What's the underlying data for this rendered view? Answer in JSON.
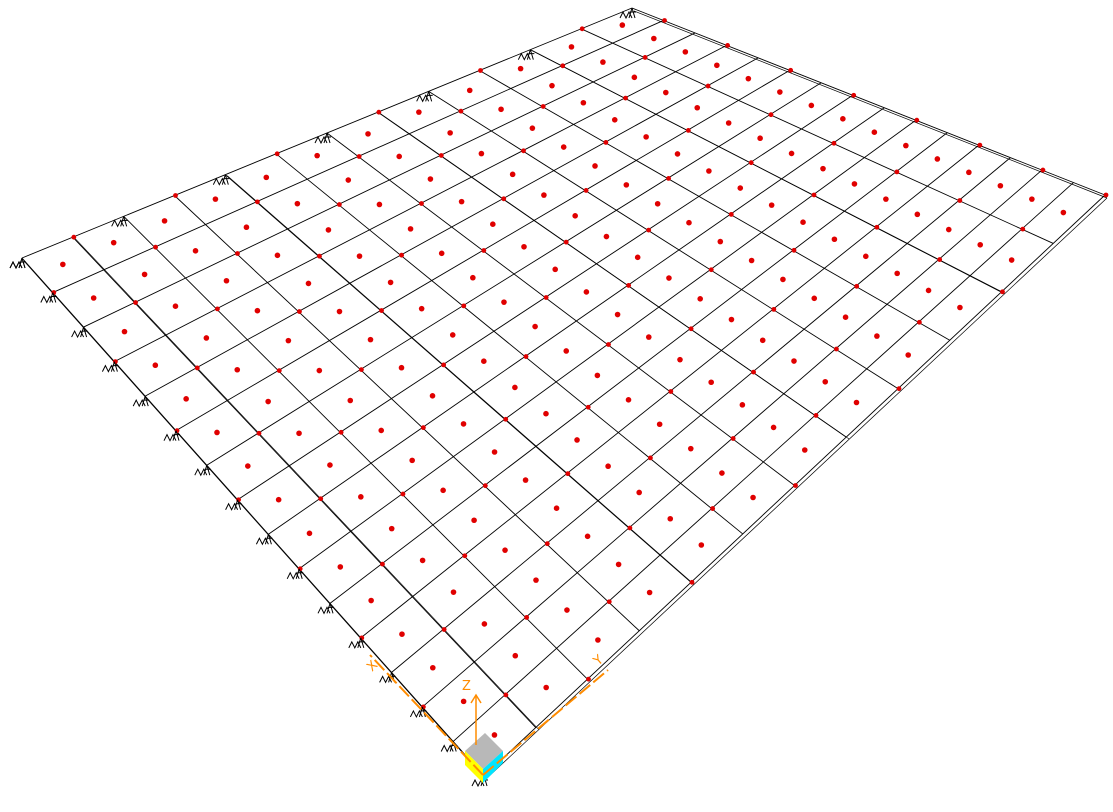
{
  "viewport": {
    "background_color": "#ffffff",
    "grid_line_color": "#000000",
    "joint_marker_color": "#e00000",
    "support_color": "#000000",
    "axis_color": "#ff8c00"
  },
  "grid": {
    "lines_along_y_count": 16,
    "lines_along_x_count": 13
  },
  "joints": {
    "icon": "red-dot"
  },
  "supports": {
    "icon": "spring-support"
  },
  "axes_triad": {
    "icon": "coordinate-triad",
    "x_label": "X",
    "y_label": "Y",
    "z_label": "Z",
    "cube_top_color": "#b8b8b8",
    "cube_left_color": "#ffff00",
    "cube_right_color": "#00e5ff"
  }
}
